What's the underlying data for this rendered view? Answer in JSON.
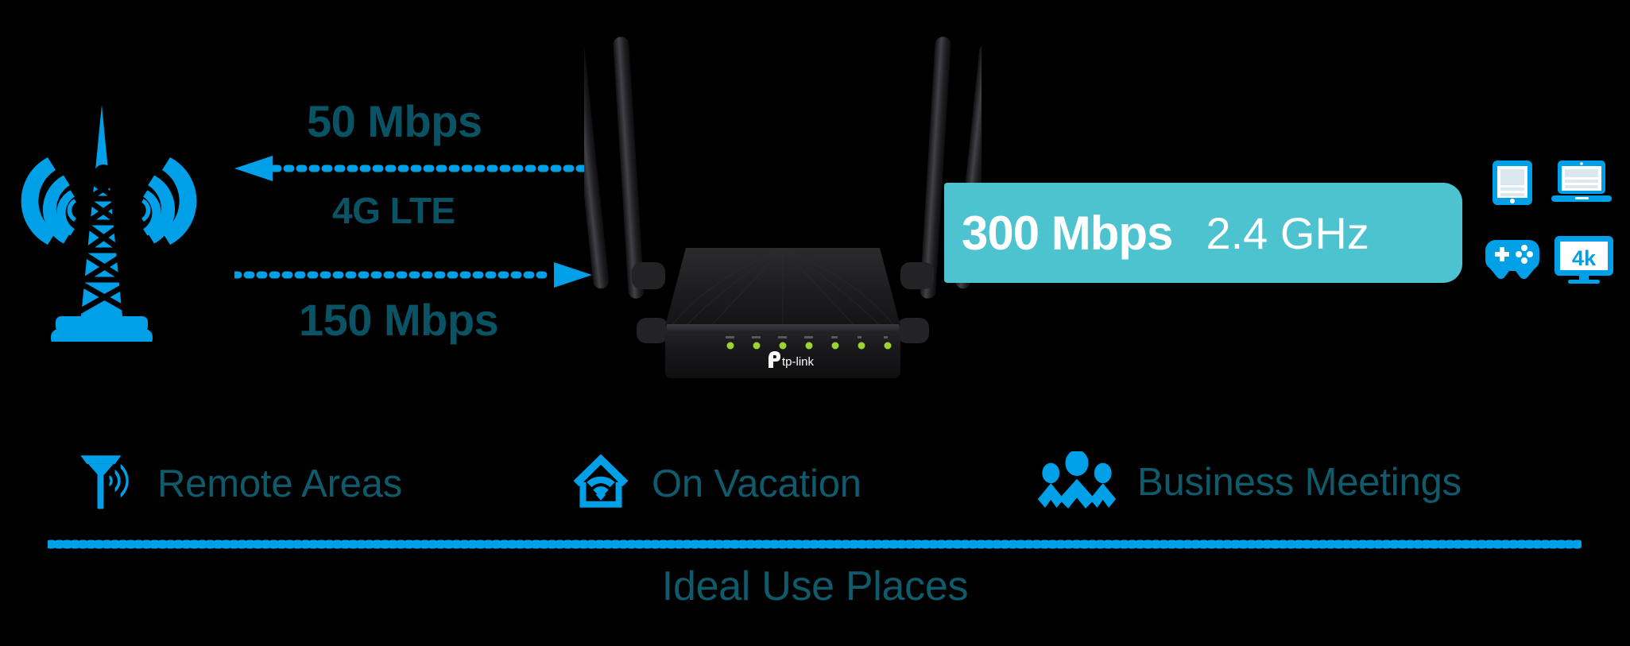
{
  "colors": {
    "background": "#000000",
    "accent_blue": "#00a0e8",
    "badge_teal": "#4cc3cf",
    "text_teal_dark": "#0a5365",
    "text_white": "#ffffff",
    "router_body": "#1e1e20",
    "led_green": "#8cc63e"
  },
  "wan_link": {
    "downlink_label": "50 Mbps",
    "technology_label": "4G LTE",
    "uplink_label": "150 Mbps",
    "downlink_direction": "left",
    "uplink_direction": "right"
  },
  "tower": {
    "icon": "cell-tower-icon"
  },
  "router": {
    "brand": "tp-link",
    "antenna_count": 4,
    "led_count": 7
  },
  "wifi_badge": {
    "speed": "300 Mbps",
    "band": "2.4 GHz"
  },
  "client_devices": [
    {
      "icon": "tablet-icon",
      "name": "tablet"
    },
    {
      "icon": "laptop-icon",
      "name": "laptop"
    },
    {
      "icon": "gamepad-icon",
      "name": "game-controller"
    },
    {
      "icon": "tv-4k-icon",
      "name": "4k-tv",
      "label": "4k"
    }
  ],
  "use_cases": {
    "caption": "Ideal Use Places",
    "items": [
      {
        "icon": "antenna-signal-icon",
        "label": "Remote Areas"
      },
      {
        "icon": "home-wifi-icon",
        "label": "On Vacation"
      },
      {
        "icon": "people-group-icon",
        "label": "Business Meetings"
      }
    ]
  }
}
